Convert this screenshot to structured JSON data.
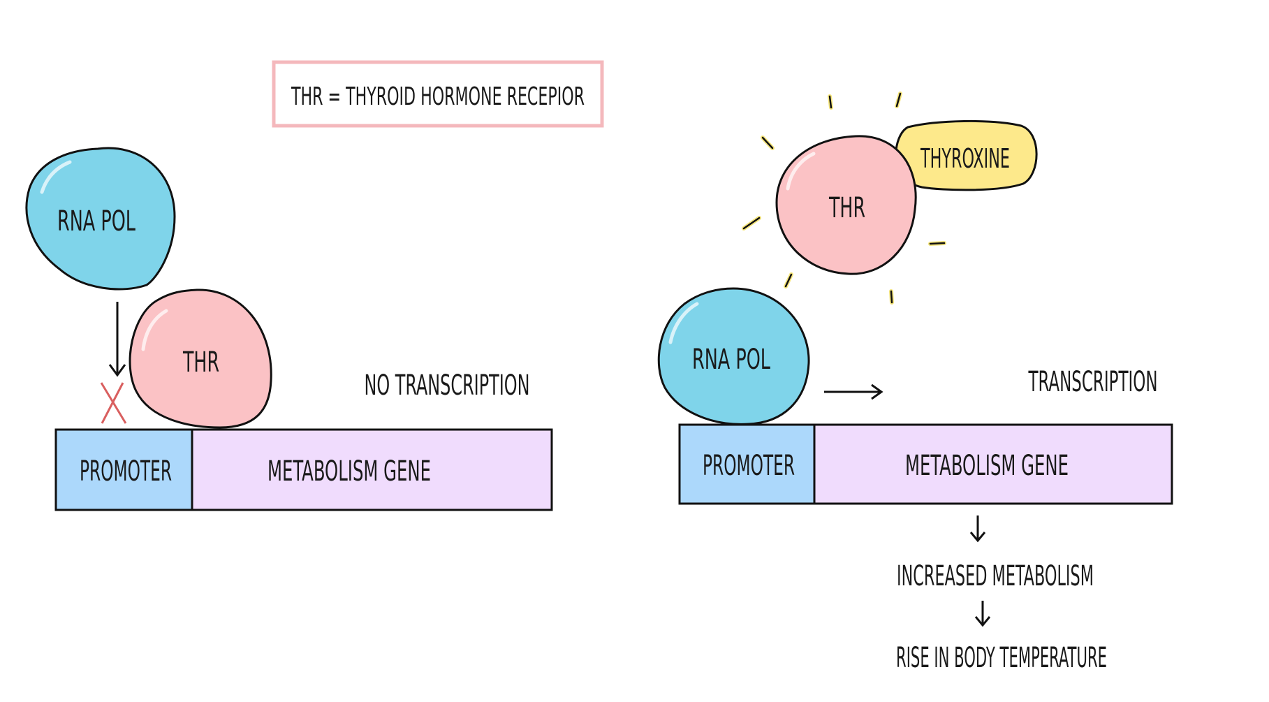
{
  "legend": {
    "text": "THR = THYROID HORMONE RECEPIOR"
  },
  "left_panel": {
    "rna_pol": "RNA POL",
    "receptor": "THR",
    "status": "NO TRANSCRIPTION",
    "promoter": "PROMOTER",
    "gene": "METABOLISM  GENE"
  },
  "right_panel": {
    "receptor": "THR",
    "hormone": "THYROXINE",
    "rna_pol": "RNA POL",
    "status": "TRANSCRIPTION",
    "promoter": "PROMOTER",
    "gene": "METABOLISM  GENE",
    "outcome_1": "INCREASED  METABOLISM",
    "outcome_2": "RISE IN BODY TEMPERATURE"
  },
  "colors": {
    "rna_pol": "#7fd4ea",
    "receptor": "#fbc2c5",
    "hormone": "#fde98b",
    "promoter": "#acd8fb",
    "gene": "#f0dcfd",
    "legend_border": "#f4b8bc",
    "block_mark": "#d95f5f",
    "glow": "#f5e57a"
  }
}
